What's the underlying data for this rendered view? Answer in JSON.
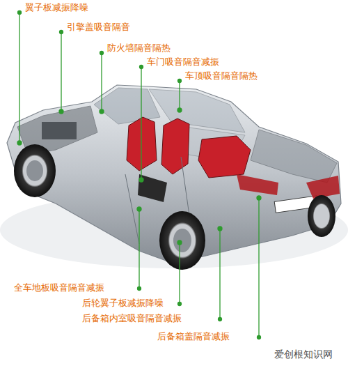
{
  "diagram": {
    "labels": [
      "翼子板减振降噪",
      "引擎盖吸音隔音",
      "防火墙隔音隔热",
      "车门吸音隔音减振",
      "车顶吸音隔音隔热",
      "全车地板吸音隔音减振",
      "后轮翼子板减振降噪",
      "后备箱内室吸音隔音减振",
      "后备箱盖隔音减振",
      "爱创根知识网"
    ]
  }
}
